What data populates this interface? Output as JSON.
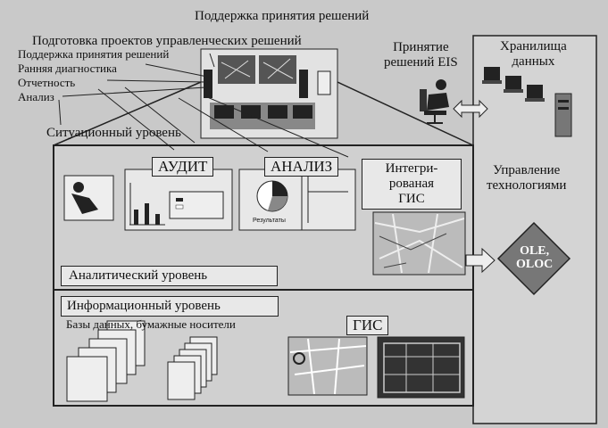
{
  "title": "Поддержка принятия решений",
  "prep": "Подготовка проектов управленческих решений",
  "left_items": [
    "Поддержка принятия решений",
    "Ранняя диагностика",
    "Отчетность",
    "Анализ"
  ],
  "situational_level": "Ситуационный уровень",
  "eis_label": [
    "Принятие",
    "решений EIS"
  ],
  "storage_label": [
    "Хранилища",
    "данных"
  ],
  "tech_mgmt": [
    "Управление",
    "технологиями"
  ],
  "audit": "АУДИТ",
  "analysis": "АНАЛИЗ",
  "results": "Результаты",
  "integrated_gis": [
    "Интегри-",
    "рованая",
    "ГИС"
  ],
  "olap": [
    "OLE,",
    "OLOC"
  ],
  "analytic_level": "Аналитический уровень",
  "info_level": "Информационный уровень",
  "databases": "Базы данных, бумажные носители",
  "gis": "ГИС"
}
